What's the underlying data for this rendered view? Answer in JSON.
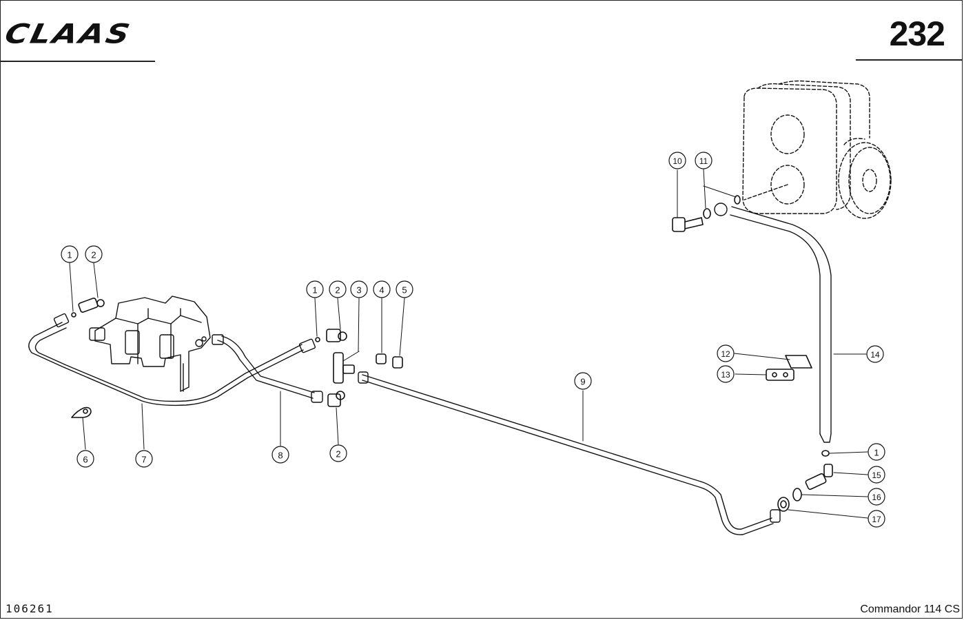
{
  "header": {
    "brand": "CLAAS",
    "page_number": "232"
  },
  "footer": {
    "drawing_number": "106261",
    "model": "Commandor 114 CS"
  },
  "callouts": [
    {
      "label": "1"
    },
    {
      "label": "2"
    },
    {
      "label": "1"
    },
    {
      "label": "2"
    },
    {
      "label": "3"
    },
    {
      "label": "4"
    },
    {
      "label": "5"
    },
    {
      "label": "6"
    },
    {
      "label": "7"
    },
    {
      "label": "8"
    },
    {
      "label": "2"
    },
    {
      "label": "9"
    },
    {
      "label": "10"
    },
    {
      "label": "11"
    },
    {
      "label": "12"
    },
    {
      "label": "13"
    },
    {
      "label": "14"
    },
    {
      "label": "1"
    },
    {
      "label": "15"
    },
    {
      "label": "16"
    },
    {
      "label": "17"
    }
  ]
}
